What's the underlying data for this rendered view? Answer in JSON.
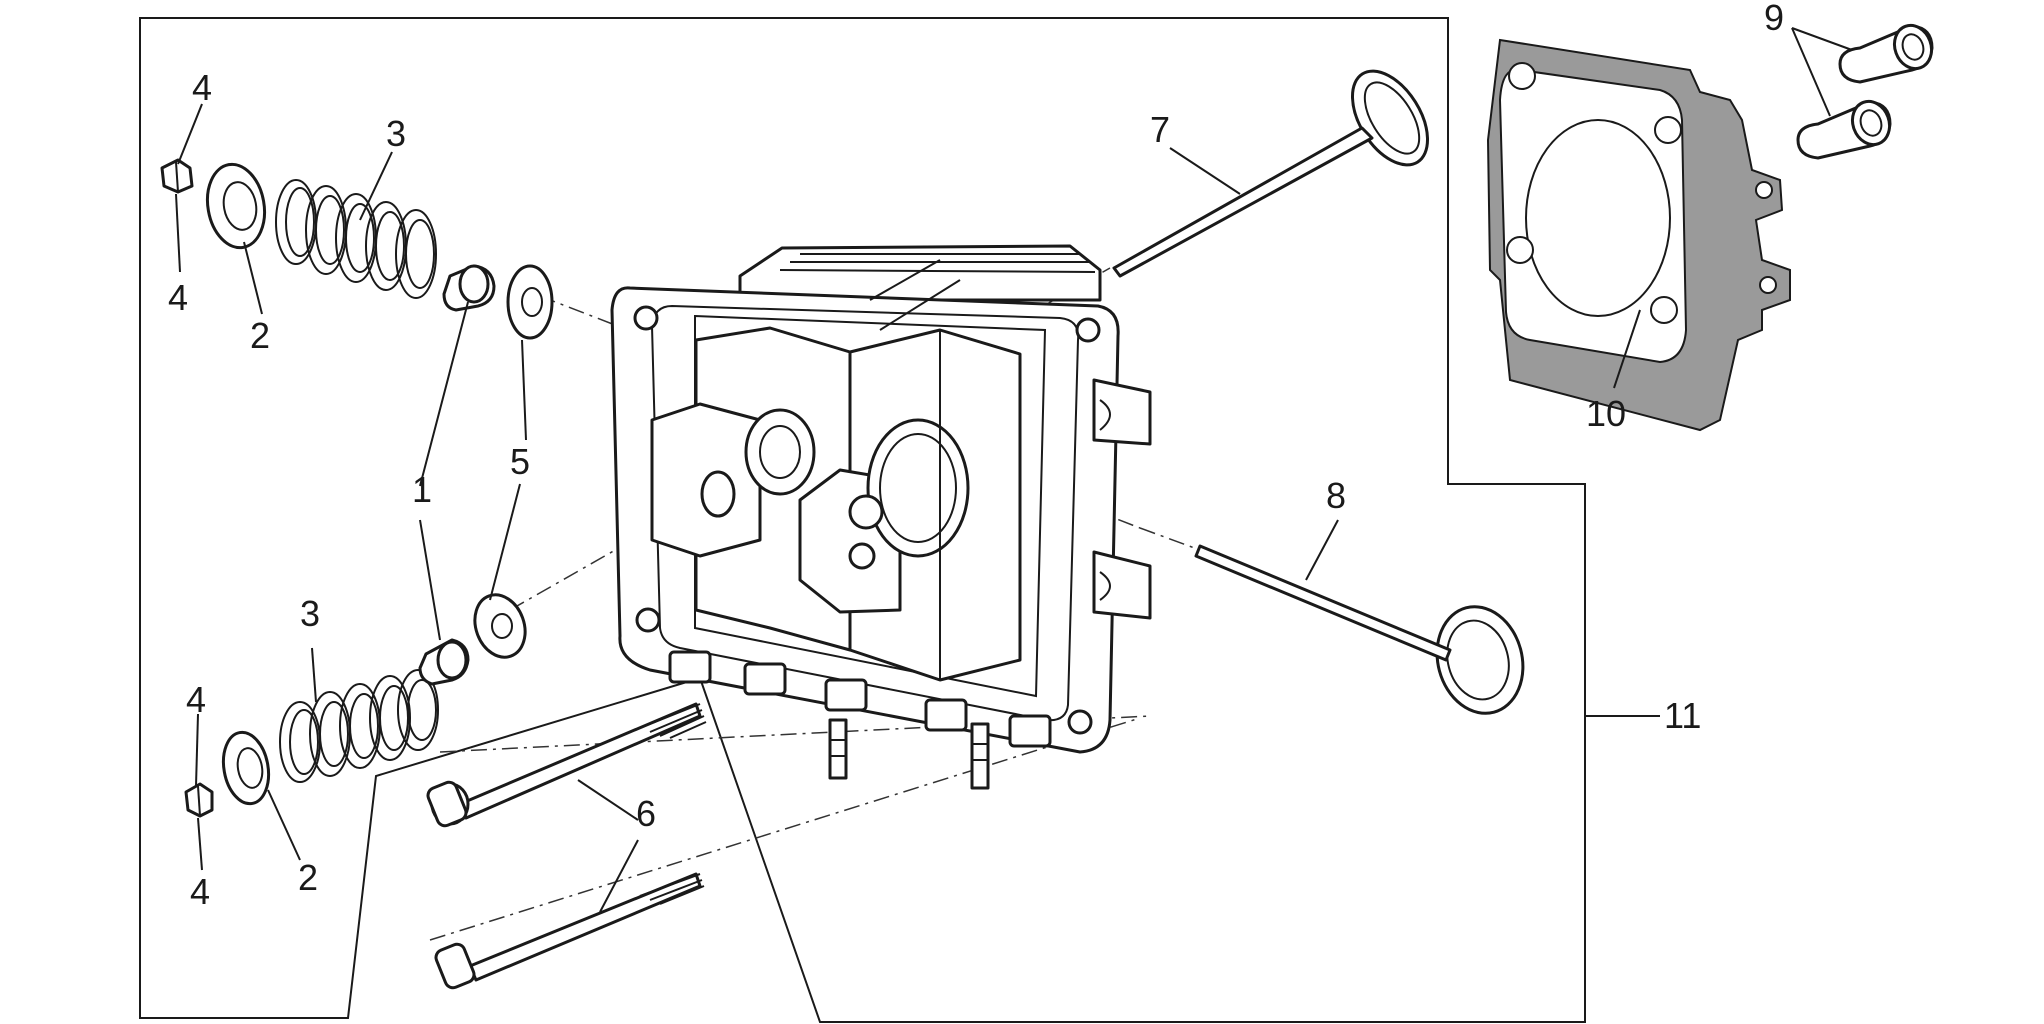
{
  "callouts": {
    "c1": "1",
    "c2a": "2",
    "c2b": "2",
    "c3a": "3",
    "c3b": "3",
    "c4a": "4",
    "c4b": "4",
    "c4c": "4",
    "c4d": "4",
    "c5": "5",
    "c6": "6",
    "c7": "7",
    "c8": "8",
    "c9": "9",
    "c10": "10",
    "c11": "11"
  }
}
